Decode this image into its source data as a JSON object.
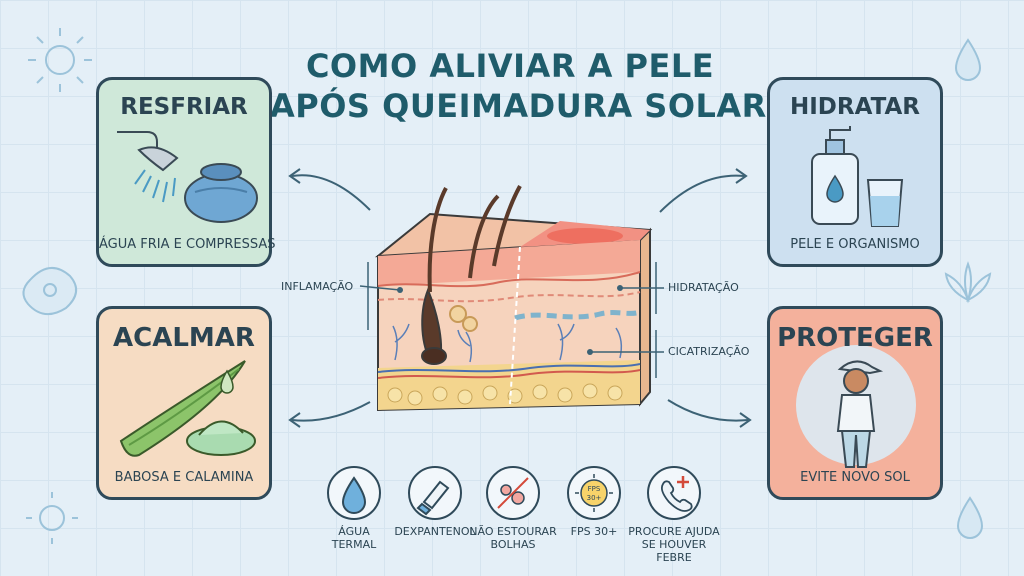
{
  "title": {
    "line1": "COMO ALIVIAR A PELE",
    "line2": "APÓS QUEIMADURA SOLAR"
  },
  "cards": {
    "resfriar": {
      "title": "RESFRIAR",
      "caption": "ÁGUA FRIA E COMPRESSAS"
    },
    "acalmar": {
      "title": "ACALMAR",
      "caption": "BABOSA E CALAMINA"
    },
    "hidratar": {
      "title": "HIDRATAR",
      "caption": "PELE E ORGANISMO"
    },
    "proteger": {
      "title": "PROTEGER",
      "caption": "EVITE NOVO SOL"
    }
  },
  "skin_labels": {
    "inflamacao": "INFLAMAÇÃO",
    "hidratacao": "HIDRATAÇÃO",
    "cicatrizacao": "CICATRIZAÇÃO"
  },
  "tips": [
    {
      "text": "ÁGUA\nTERMAL",
      "icon": "water-drop-icon"
    },
    {
      "text": "DEXPANTENOL",
      "icon": "cream-tube-icon"
    },
    {
      "text": "NÃO ESTOURAR\nBOLHAS",
      "icon": "no-blisters-icon"
    },
    {
      "text": "FPS 30+",
      "icon": "sun-fps-icon",
      "badge": "FPS\n30+"
    },
    {
      "text": "PROCURE AJUDA\nSE HOUVER FEBRE",
      "icon": "phone-help-icon"
    }
  ],
  "colors": {
    "background": "#e4eff7",
    "title": "#1f5c6b",
    "resfriar": "#cfe8d9",
    "acalmar": "#f6dcc3",
    "hidratar": "#cde0f0",
    "proteger": "#f4b19c"
  }
}
